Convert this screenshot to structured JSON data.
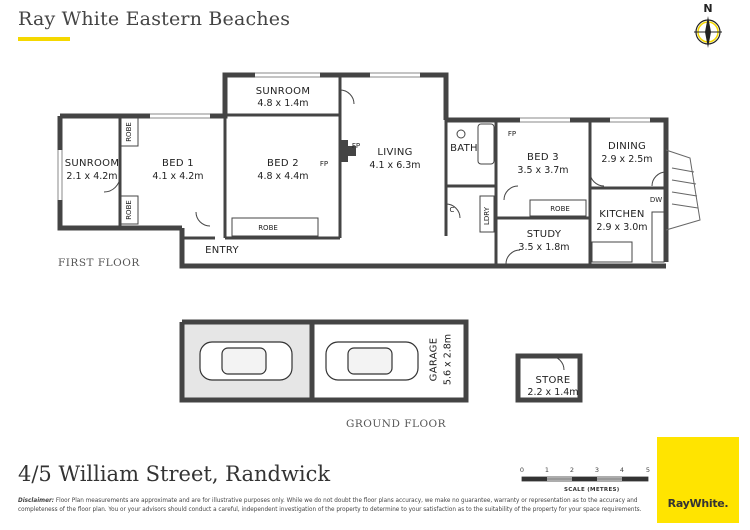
{
  "brand": {
    "title": "Ray White Eastern Beaches",
    "accent": "#f5d800"
  },
  "compass": {
    "label": "N"
  },
  "floors": {
    "first": "FIRST FLOOR",
    "ground": "GROUND FLOOR"
  },
  "rooms": {
    "sunroom_left": {
      "name": "SUNROOM",
      "dim": "2.1 x 4.2m"
    },
    "bed1": {
      "name": "BED 1",
      "dim": "4.1 x 4.2m"
    },
    "sunroom_top": {
      "name": "SUNROOM",
      "dim": "4.8 x 1.4m"
    },
    "bed2": {
      "name": "BED 2",
      "dim": "4.8 x 4.4m"
    },
    "living": {
      "name": "LIVING",
      "dim": "4.1 x 6.3m"
    },
    "bath": {
      "name": "BATH"
    },
    "bed3": {
      "name": "BED 3",
      "dim": "3.5 x 3.7m"
    },
    "dining": {
      "name": "DINING",
      "dim": "2.9 x 2.5m"
    },
    "kitchen": {
      "name": "KITCHEN",
      "dim": "2.9 x 3.0m"
    },
    "study": {
      "name": "STUDY",
      "dim": "3.5 x 1.8m"
    },
    "entry": {
      "name": "ENTRY"
    },
    "garage": {
      "name": "GARAGE",
      "dim": "5.6 x 2.8m"
    },
    "store": {
      "name": "STORE",
      "dim": "2.2 x 1.4m"
    }
  },
  "fixtures": {
    "robe": "ROBE",
    "fp": "FP",
    "ldry": "LDRY",
    "c": "C",
    "dw": "DW"
  },
  "address": "4/5 William Street, Randwick",
  "scale": {
    "ticks": [
      "0",
      "1",
      "2",
      "3",
      "4",
      "5"
    ],
    "caption": "SCALE (METRES)"
  },
  "disclaimer": {
    "lead": "Disclaimer:",
    "text": "Floor Plan measurements are approximate and are for illustrative purposes only. While we do not doubt the floor plans accuracy, we make no guarantee, warranty or representation as to the accuracy and completeness of the floor plan. You or your advisors should conduct a careful, independent investigation of the property to determine to your satisfaction as to the suitability of the property for your space requirements."
  },
  "logo": {
    "text": "RayWhite.",
    "color": "#ffe400"
  }
}
